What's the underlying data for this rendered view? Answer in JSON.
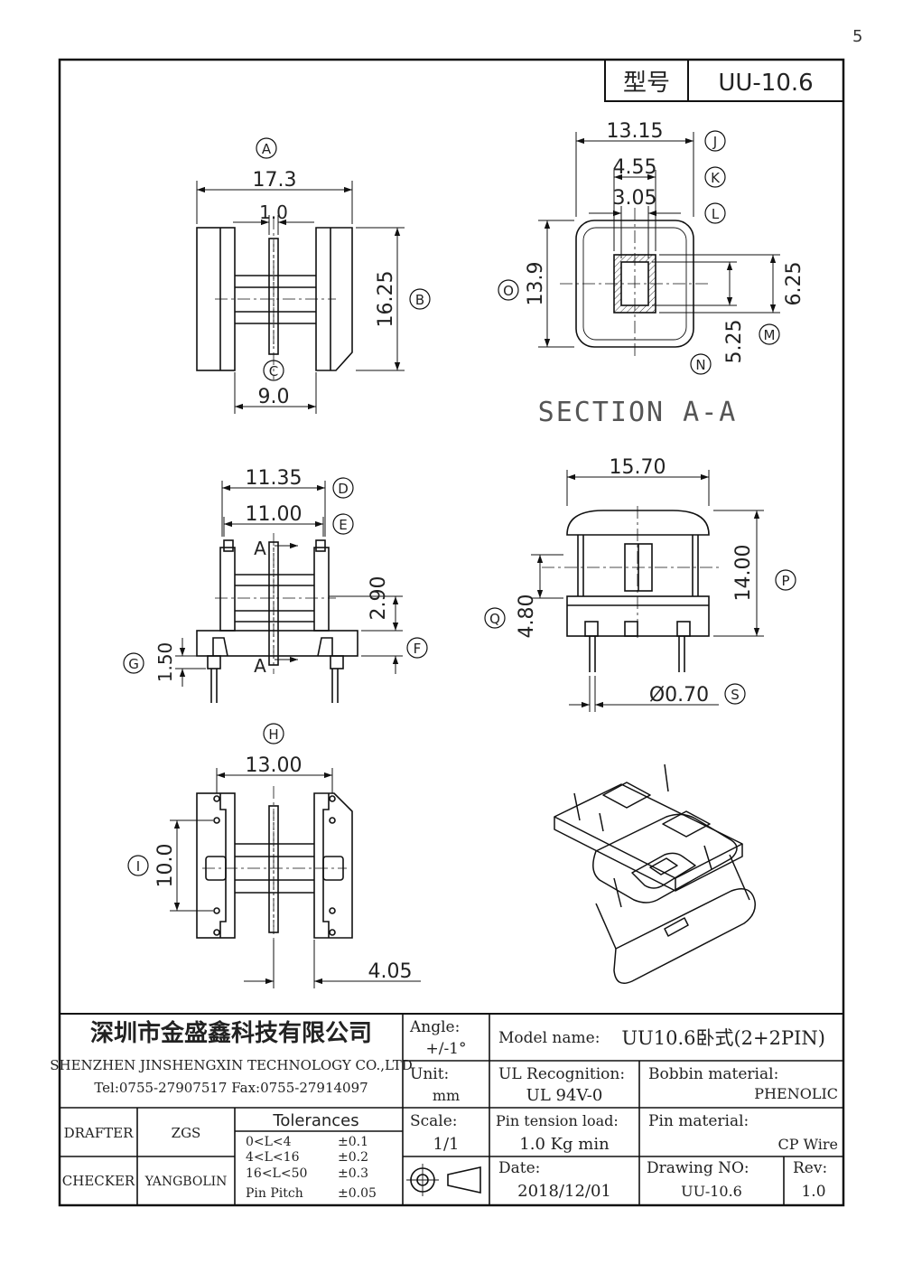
{
  "corner_mark": "5",
  "model_header": {
    "label": "型号",
    "value": "UU-10.6"
  },
  "callouts": [
    "A",
    "B",
    "C",
    "D",
    "E",
    "F",
    "G",
    "H",
    "I",
    "J",
    "K",
    "L",
    "M",
    "N",
    "O",
    "P",
    "Q",
    "S"
  ],
  "dimensions": {
    "a_width": "17.3",
    "flange_thickness": "1.0",
    "b_height": "16.25",
    "c_width": "9.0",
    "j_width": "13.15",
    "k_width": "4.55",
    "l_width": "3.05",
    "o_height": "13.9",
    "m_height": "6.25",
    "n_height": "5.25",
    "d_width": "11.35",
    "e_width": "11.00",
    "f_height": "2.90",
    "g_height": "1.50",
    "top_width": "15.70",
    "p_height": "14.00",
    "q_height": "4.80",
    "pin_diameter": "Ø0.70",
    "h_width": "13.00",
    "i_height": "10.0",
    "pitch_offset": "4.05"
  },
  "section": {
    "label": "SECTION A-A",
    "marker": "A"
  },
  "title_block": {
    "company_cn": "深圳市金盛鑫科技有限公司",
    "company_en": "SHENZHEN JINSHENGXIN TECHNOLOGY CO.,LTD",
    "contact": "Tel:0755-27907517  Fax:0755-27914097",
    "angle_label": "Angle:",
    "angle_value": "+/-1°",
    "unit_label": "Unit:",
    "unit_value": "mm",
    "scale_label": "Scale:",
    "scale_value": "1/1",
    "model_name_label": "Model name:",
    "model_name_value": "UU10.6卧式(2+2PIN)",
    "ul_label": "UL Recognition:",
    "ul_value": "UL 94V-0",
    "bobbin_label": "Bobbin material:",
    "bobbin_value": "PHENOLIC",
    "pin_tension_label": "Pin tension load:",
    "pin_tension_value": "1.0 Kg min",
    "pin_material_label": "Pin material:",
    "pin_material_value": "CP Wire",
    "date_label": "Date:",
    "date_value": "2018/12/01",
    "drawing_no_label": "Drawing NO:",
    "drawing_no_value": "UU-10.6",
    "rev_label": "Rev:",
    "rev_value": "1.0",
    "drafter_label": "DRAFTER",
    "drafter_value": "ZGS",
    "checker_label": "CHECKER",
    "checker_value": "YANGBOLIN",
    "tolerances_title": "Tolerances",
    "tolerances": [
      {
        "range": "0<L<4",
        "value": "±0.1"
      },
      {
        "range": "4<L<16",
        "value": "±0.2"
      },
      {
        "range": "16<L<50",
        "value": "±0.3"
      },
      {
        "range": "Pin Pitch",
        "value": "±0.05"
      }
    ]
  }
}
